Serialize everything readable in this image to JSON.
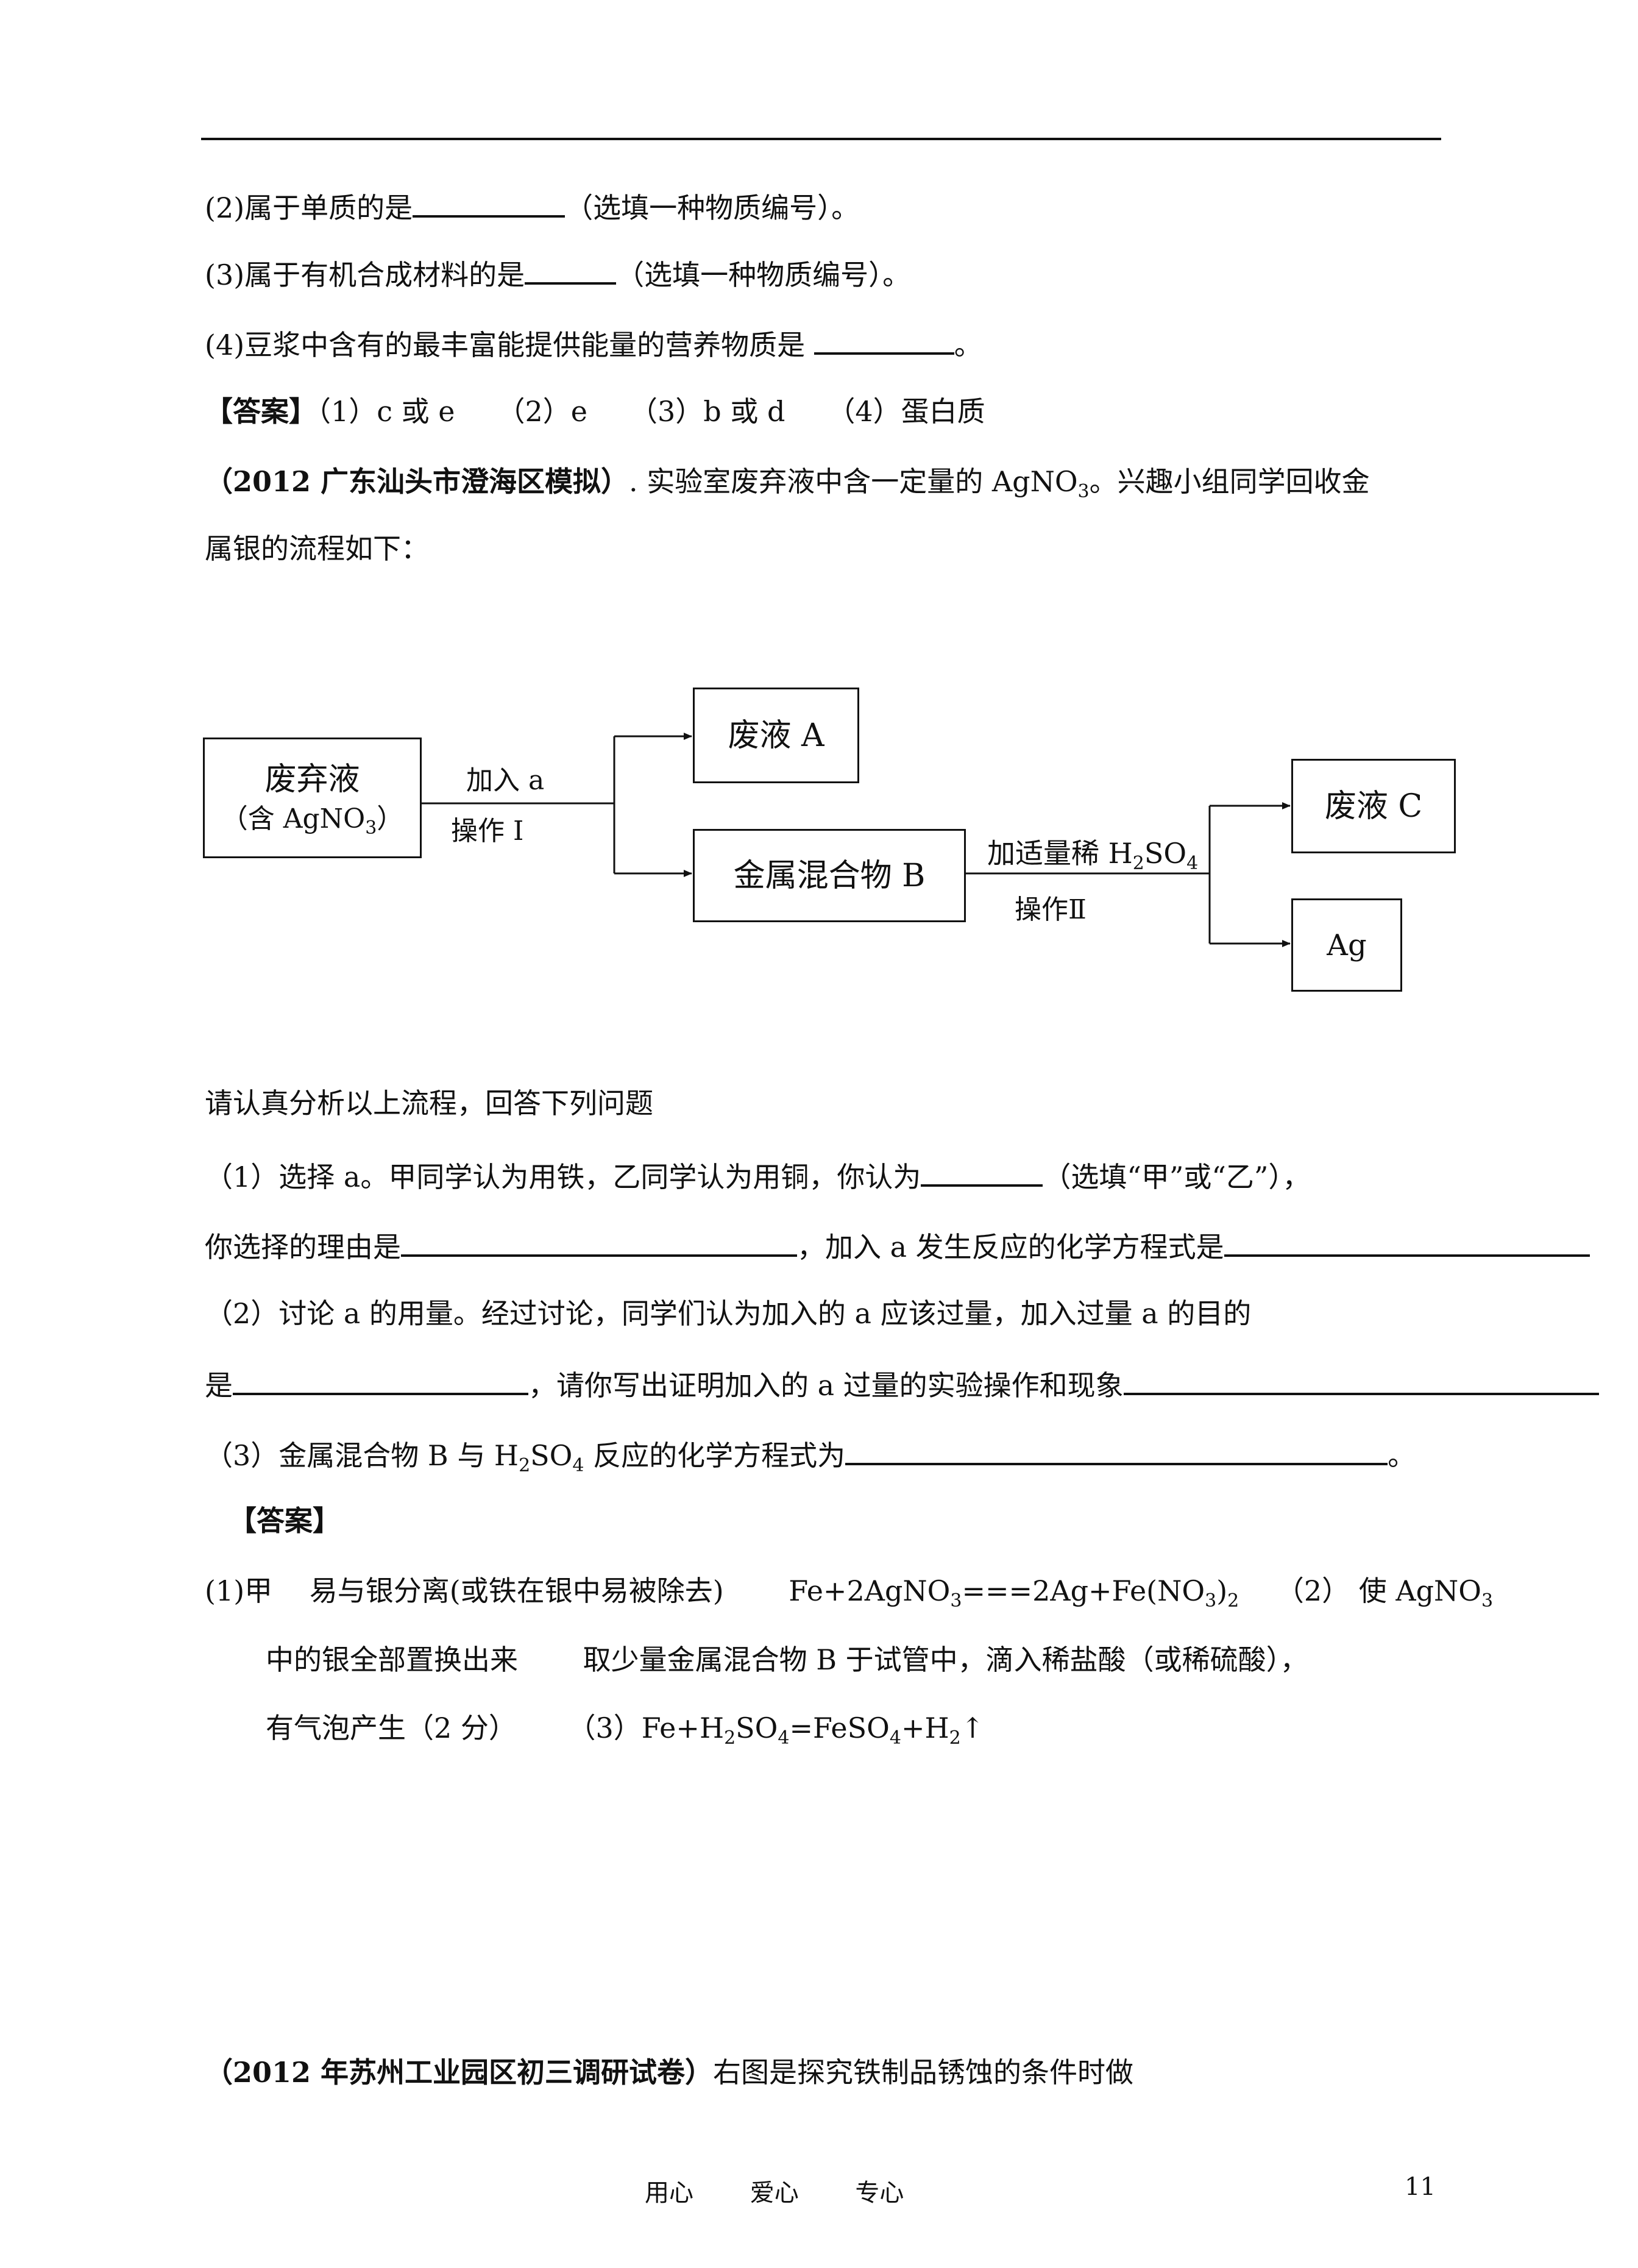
{
  "q2": "(2)属于单质的是",
  "q2_hint": "（选填一种物质编号）。",
  "q3": "(3)属于有机合成材料的是",
  "q3_hint": "（选填一种物质编号）。",
  "q4": "(4)豆浆中含有的最丰富能提供能量的营养物质是",
  "q4_end": "。",
  "answer1_label": "【答案】",
  "answer1_text": "（1）c 或 e　　（2）e　　（3）b 或 d　　（4）蛋白质",
  "problem_source": "（2012 广东汕头市澄海区模拟）",
  "problem_intro_a": ". 实验室废弃液中含一定量的 AgNO",
  "problem_intro_sub": "3",
  "problem_intro_b": "。兴趣小组同学回收金",
  "problem_intro_line2": "属银的流程如下：",
  "diagram": {
    "waste": "废弃液",
    "waste_sub_a": "（含 AgNO",
    "waste_sub_sub": "3",
    "waste_sub_b": "）",
    "add_a": "加入 a",
    "op1": "操作 I",
    "waste_a": "废液 A",
    "mix_b": "金属混合物 B",
    "add_acid_a": "加适量稀 H",
    "add_acid_sub1": "2",
    "add_acid_b": "SO",
    "add_acid_sub2": "4",
    "op2": "操作Ⅱ",
    "waste_c": "废液 C",
    "ag": "Ag"
  },
  "analysis": "请认真分析以上流程，回答下列问题",
  "sq1_a": "（1）选择 a。甲同学认为用铁，乙同学认为用铜，你认为",
  "sq1_b": "（选填“甲”或“乙”），",
  "sq1_line2_a": "你选择的理由是",
  "sq1_line2_b": "，加入 a 发生反应的化学方程式是",
  "sq2_a": "（2）讨论 a 的用量。经过讨论，同学们认为加入的 a 应该过量，加入过量 a 的目的",
  "sq2_line2_a": "是",
  "sq2_line2_b": "，请你写出证明加入的 a 过量的实验操作和现象",
  "sq3_a": "（3）金属混合物 B 与 H",
  "sq3_sub1": "2",
  "sq3_b": "SO",
  "sq3_sub2": "4",
  "sq3_c": " 反应的化学方程式为",
  "sq3_end": "。",
  "answer2_label": "【答案】",
  "ans_l1_a": "(1)甲　 易与银分离(或铁在银中易被除去)　　 Fe+2AgNO",
  "ans_l1_sub": "3",
  "ans_l1_b": "===2Ag+Fe(NO",
  "ans_l1_sub2": "3",
  "ans_l1_c": ")",
  "ans_l1_sub3": "2",
  "ans_l1_d": "　 （2）  使 AgNO",
  "ans_l1_sub4": "3",
  "ans_l2": "中的银全部置换出来　　 取少量金属混合物 B 于试管中，滴入稀盐酸（或稀硫酸），",
  "ans_l3_a": "有气泡产生（2 分）　　 （3）Fe+H",
  "ans_l3_sub1": "2",
  "ans_l3_b": "SO",
  "ans_l3_sub2": "4",
  "ans_l3_c": "=FeSO",
  "ans_l3_sub3": "4",
  "ans_l3_d": "+H",
  "ans_l3_sub4": "2",
  "ans_l3_e": "↑",
  "next_source": "（2012 年苏州工业园区初三调研试卷）",
  "next_text": "右图是探究铁制品锈蚀的条件时做",
  "footer_left": "用心　　 爱心　　 专心",
  "page_number": "11"
}
